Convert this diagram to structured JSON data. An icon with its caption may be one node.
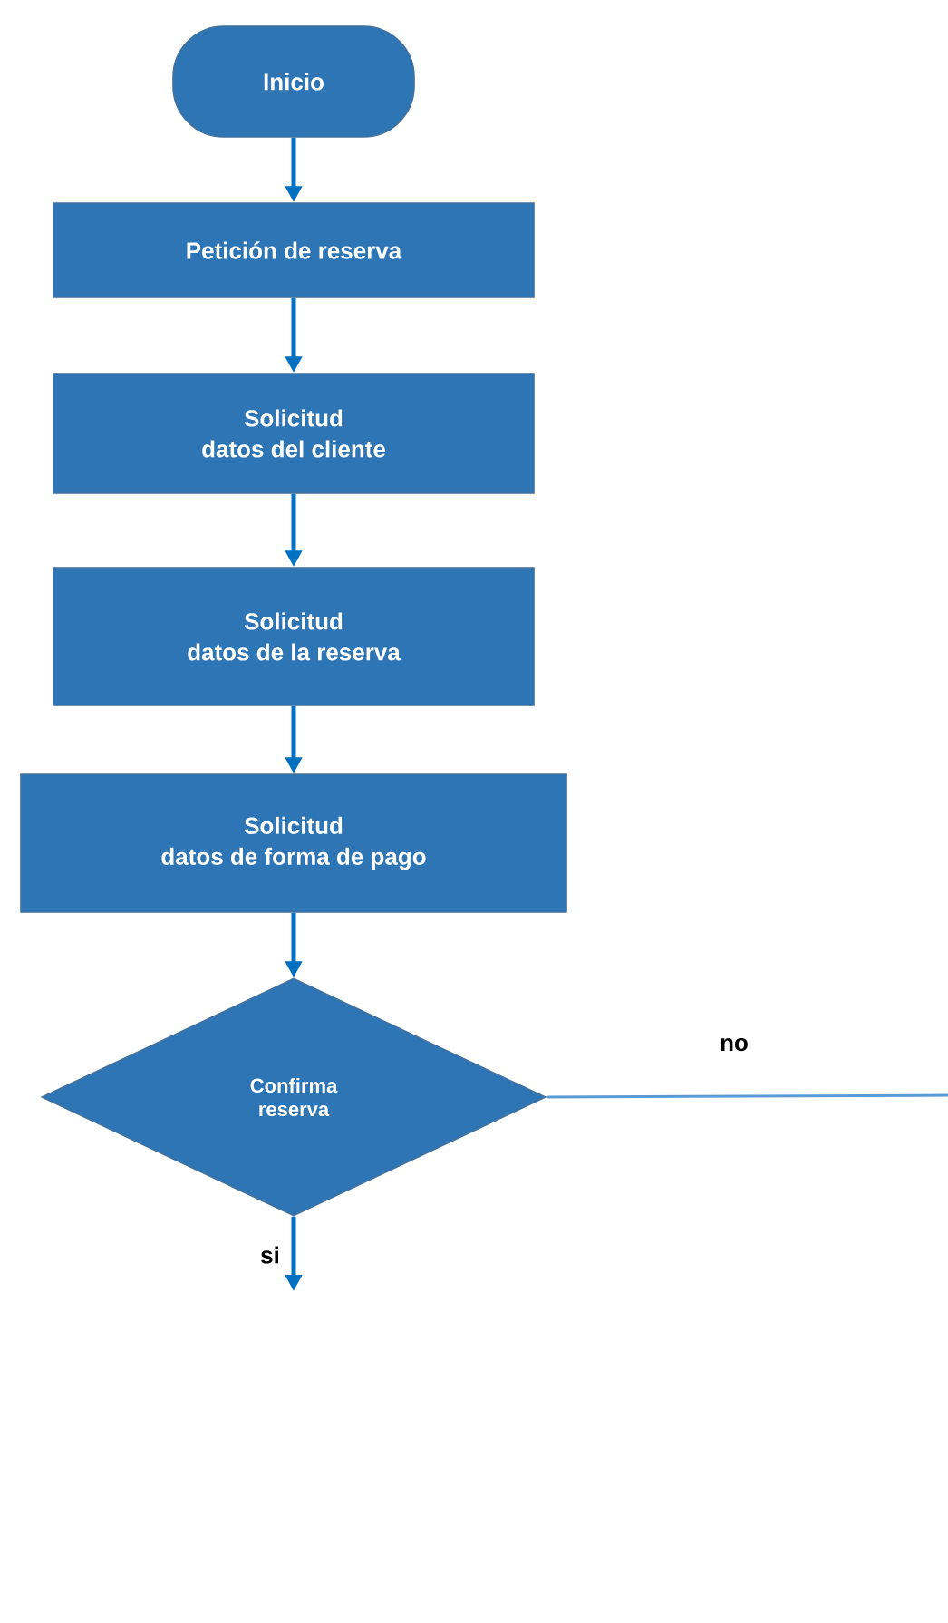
{
  "diagram": {
    "nodes": [
      {
        "text": [
          "Inicio"
        ]
      },
      {
        "text": [
          "Petición de reserva"
        ]
      },
      {
        "text": [
          "Solicitud",
          "datos del cliente"
        ]
      },
      {
        "text": [
          "Solicitud",
          "datos de la reserva"
        ]
      },
      {
        "text": [
          "Solicitud",
          "datos de forma de pago"
        ]
      },
      {
        "text": [
          "Confirma reserva"
        ]
      }
    ],
    "edges": [
      {
        "from": 0,
        "to": 1,
        "arrow": "to"
      },
      {
        "from": 1,
        "to": 2,
        "arrow": "to"
      },
      {
        "from": 2,
        "to": 3,
        "arrow": "to"
      },
      {
        "from": 3,
        "to": 4,
        "arrow": "to"
      },
      {
        "from": 4,
        "to": 5,
        "arrow": "to"
      },
      {
        "from": 5,
        "to": null,
        "arrow": "none",
        "label": "no",
        "color": "#5b9bd5"
      },
      {
        "from": 5,
        "to": null,
        "arrow": "to",
        "label": "si"
      }
    ]
  }
}
